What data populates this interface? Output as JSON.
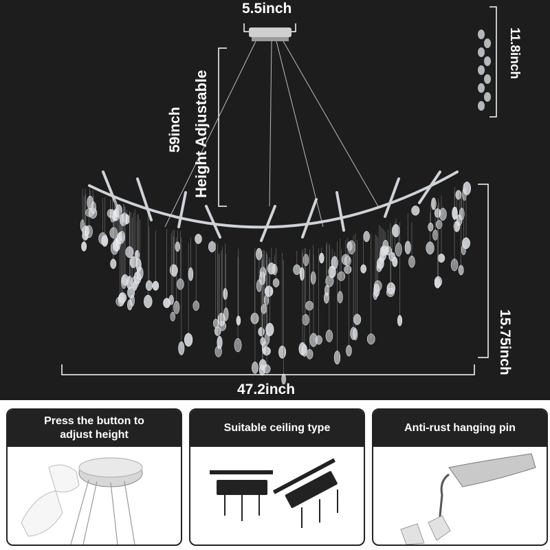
{
  "dimensions": {
    "canopy_width": "5.5inch",
    "chain_length": "59inch",
    "height_note": "Height Adjustable",
    "drop_height": "15.75inch",
    "crystal_strand": "11.8inch",
    "overall_width": "47.2inch"
  },
  "panels": [
    {
      "title_line1": "Press the button to",
      "title_line2": "adjust height"
    },
    {
      "title_line1": "Suitable ceiling type"
    },
    {
      "title_line1": "Anti-rust hanging pin"
    }
  ],
  "colors": {
    "background": "#1d1d1d",
    "panel_header": "#222222",
    "text": "#ffffff",
    "crystal": "#d9dde2"
  }
}
